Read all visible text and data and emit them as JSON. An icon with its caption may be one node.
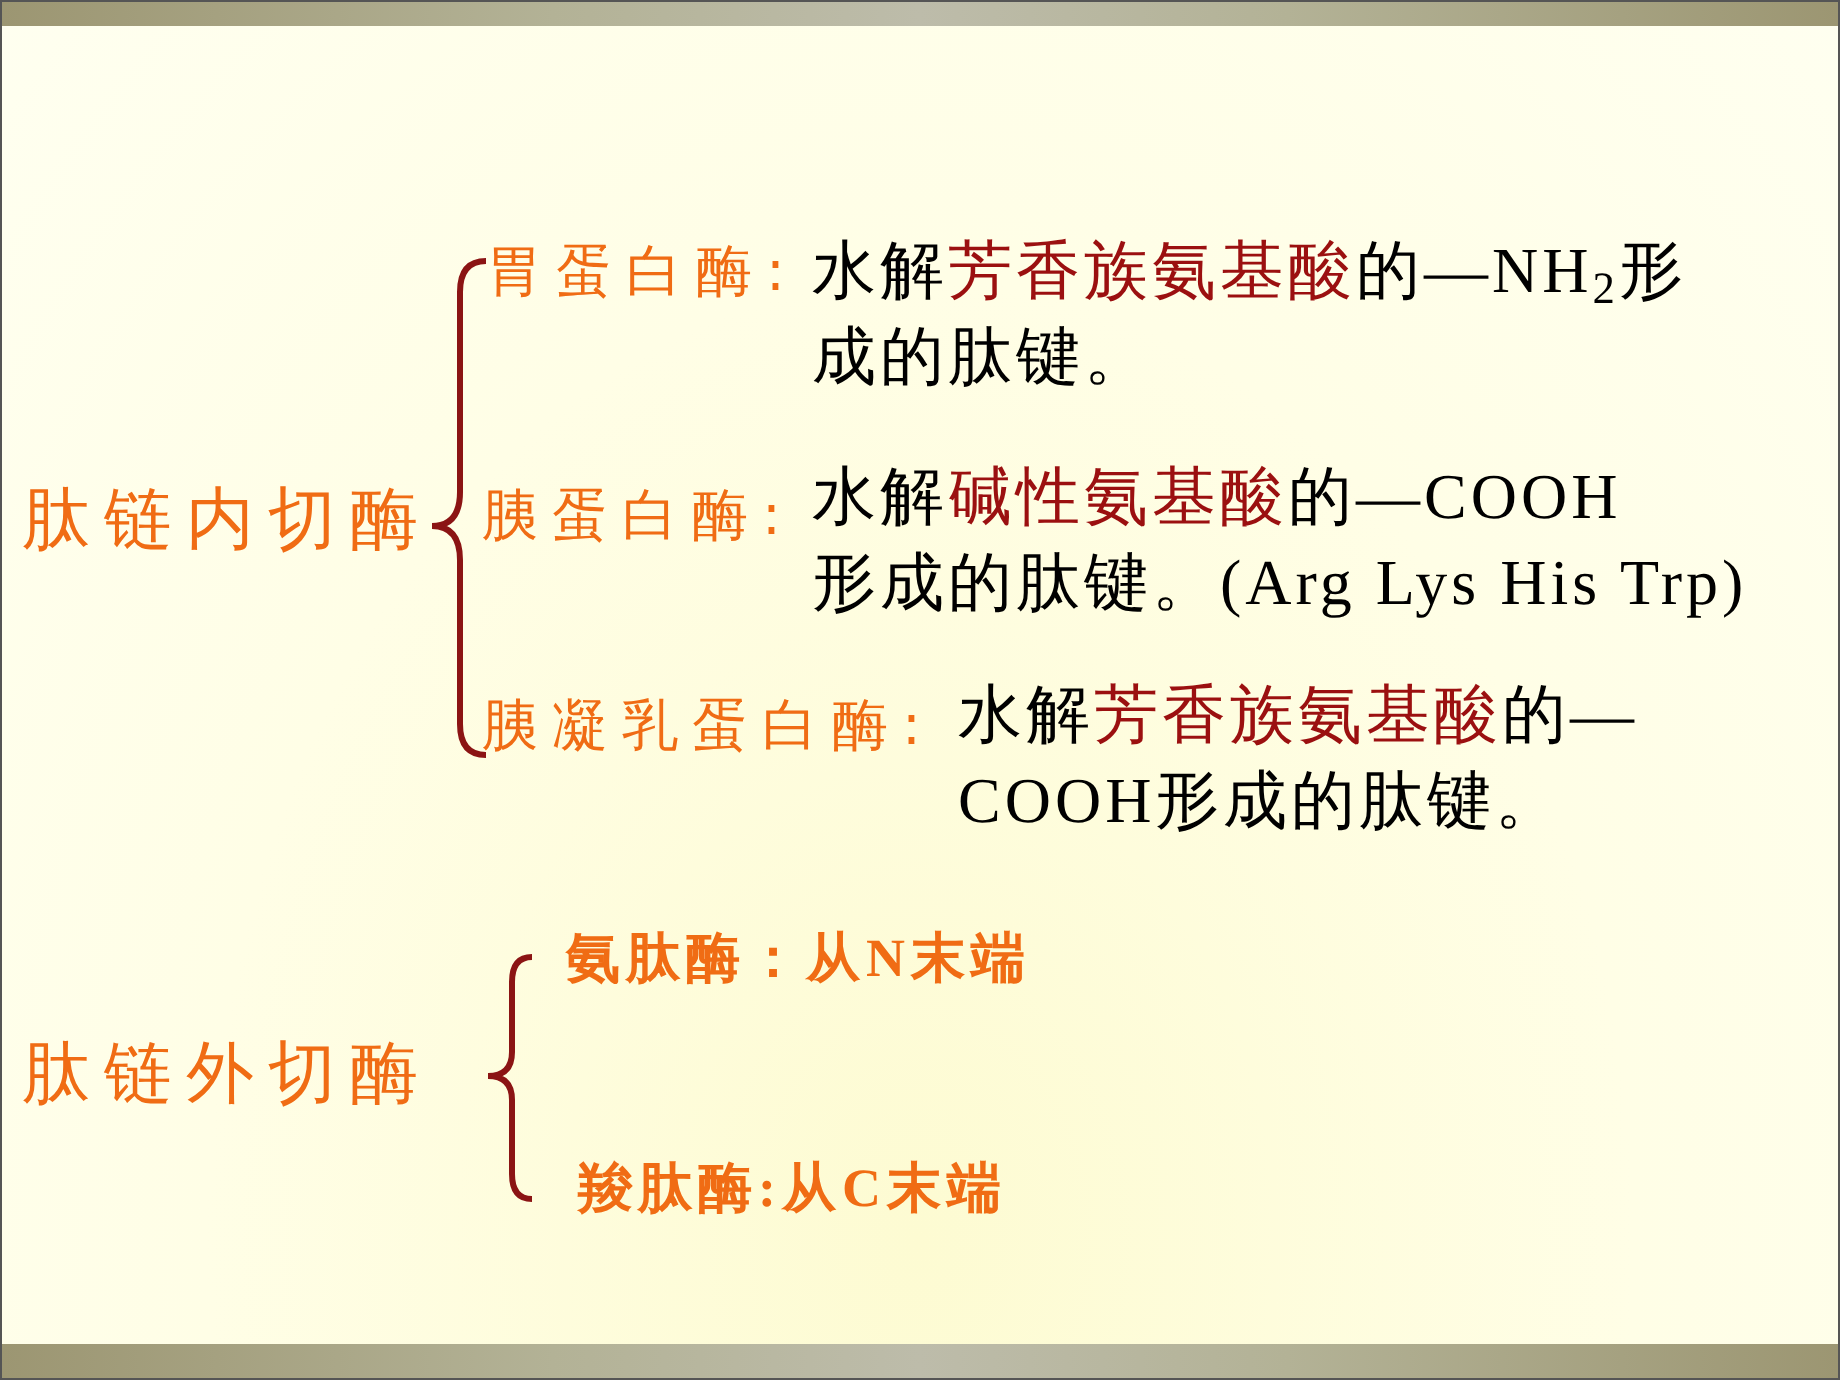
{
  "diagram": {
    "labels": [
      "胃蛋白酶:",
      "水解芳香族氨基酸的—NH$_{2}$形成的肽键。",
      "肽链内切酶",
      "胰蛋白酶:",
      "水解碱性氨基酸的—COOH形成的肽键。(Arg Lys His Trp)",
      "胰凝乳蛋白酶:",
      "水解芳香族氨基酸的—COOH形成的肽键。",
      "氨肽酶：从N末端",
      "肽链外切酶",
      "羧肽酶:从C末端"
    ]
  }
}
